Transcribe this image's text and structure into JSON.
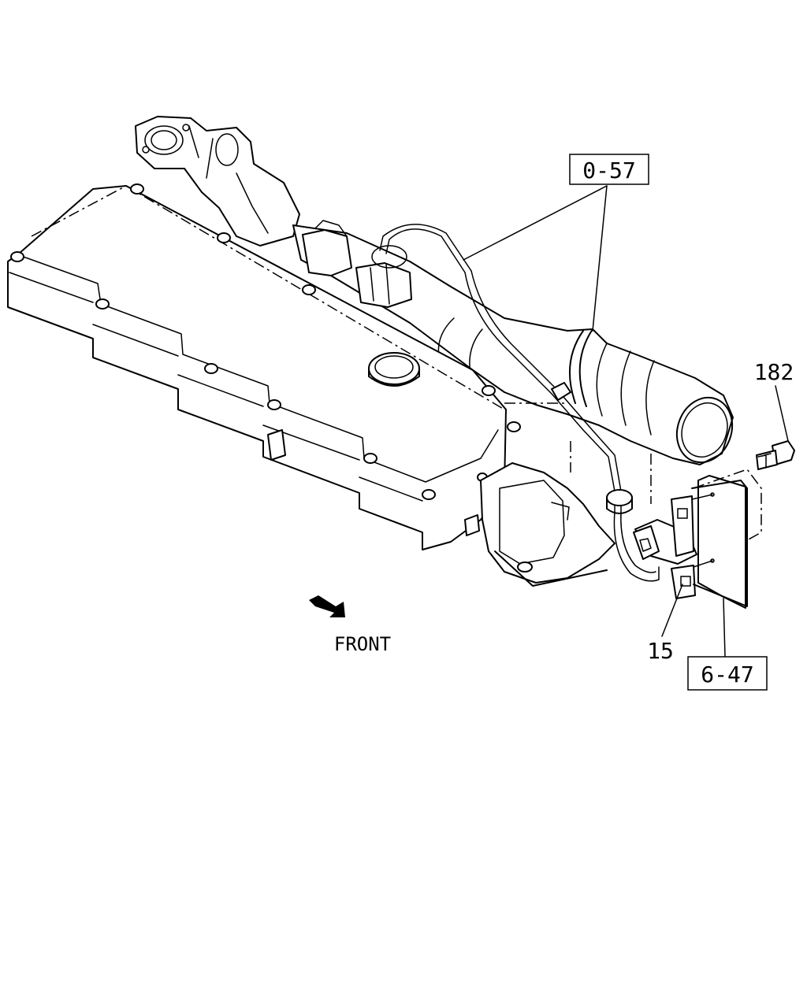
{
  "callouts": {
    "ref_0_57": "0-57",
    "ref_182": "182",
    "ref_15": "15",
    "ref_6_47": "6-47"
  },
  "direction": {
    "front_label": "FRONT"
  }
}
